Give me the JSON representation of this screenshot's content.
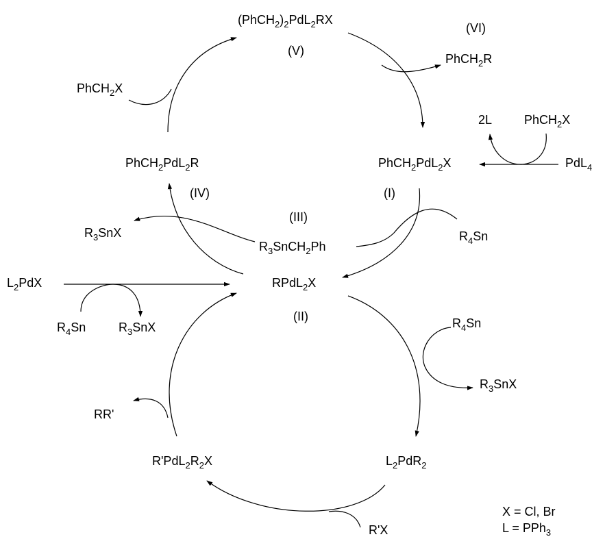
{
  "species": {
    "top_complex": [
      "(PhCH",
      "2",
      ")",
      "2",
      "PdL",
      "2",
      "RX"
    ],
    "benzyl_pd_left": [
      "PhCH",
      "2",
      "PdL",
      "2",
      "R"
    ],
    "benzyl_pd_right": [
      "PhCH",
      "2",
      "PdL",
      "2",
      "X"
    ],
    "center": [
      "RPdL",
      "2",
      "X"
    ],
    "tin_benzyl": [
      "R",
      "3",
      "SnCH",
      "2",
      "Ph"
    ],
    "l2pdr2": [
      "L",
      "2",
      "PdR",
      "2"
    ],
    "rprime_pd": [
      "R'PdL",
      "2",
      "R",
      "2",
      "X"
    ],
    "l2pdx": [
      "L",
      "2",
      "PdX"
    ],
    "pdl4": [
      "PdL",
      "4"
    ]
  },
  "reagents": {
    "phch2x_left": [
      "PhCH",
      "2",
      "X"
    ],
    "phch2r": [
      "PhCH",
      "2",
      "R"
    ],
    "two_l": [
      "2L"
    ],
    "phch2x_right": [
      "PhCH",
      "2",
      "X"
    ],
    "r3snx_left": [
      "R",
      "3",
      "SnX"
    ],
    "r4sn_right": [
      "R",
      "4",
      "Sn"
    ],
    "r4sn_left": [
      "R",
      "4",
      "Sn"
    ],
    "r3snx_bottom_left": [
      "R",
      "3",
      "SnX"
    ],
    "r4sn_lower_right": [
      "R",
      "4",
      "Sn"
    ],
    "r3snx_lower_right": [
      "R",
      "3",
      "SnX"
    ],
    "rr_prime": [
      "RR'"
    ],
    "rprime_x": [
      "R'X"
    ]
  },
  "roman_labels": {
    "I": "(I)",
    "II": "(II)",
    "III": "(III)",
    "IV": "(IV)",
    "V": "(V)",
    "VI": "(VI)"
  },
  "legend": {
    "x_def": [
      "X = Cl, Br"
    ],
    "l_def": [
      "L = PPh",
      "3"
    ]
  }
}
